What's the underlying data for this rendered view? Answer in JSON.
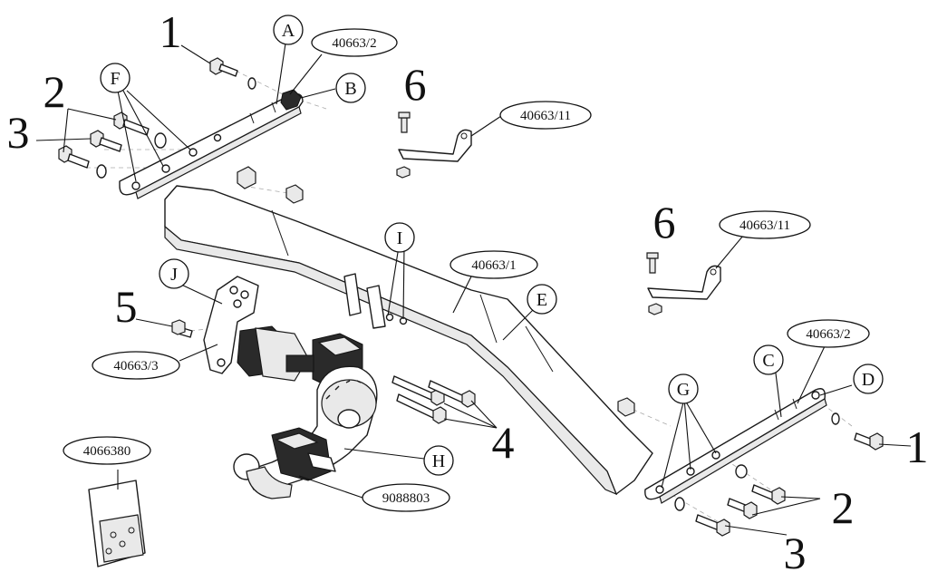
{
  "codes": {
    "bracket_left": "40663/2",
    "bracket_right": "40663/2",
    "clip_top": "40663/11",
    "clip_mid": "40663/11",
    "crossbar": "40663/1",
    "plate_j": "40663/3",
    "wiring": "9088803",
    "guide": "4066380"
  },
  "letters": {
    "A": "A",
    "B": "B",
    "C": "C",
    "D": "D",
    "E": "E",
    "F": "F",
    "G": "G",
    "H": "H",
    "I": "I",
    "J": "J"
  },
  "numbers": {
    "n1_left": "1",
    "n2_left": "2",
    "n3_left": "3",
    "n6_top": "6",
    "n6_mid": "6",
    "n5": "5",
    "n4": "4",
    "n1_right": "1",
    "n2_right": "2",
    "n3_right": "3"
  }
}
